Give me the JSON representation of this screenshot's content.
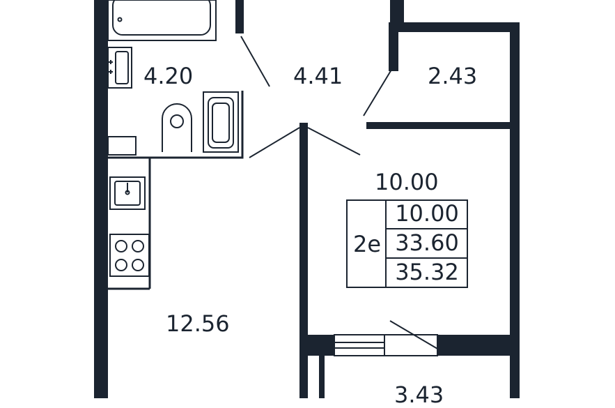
{
  "colors": {
    "wall": "#1b2430",
    "line": "#1b2430",
    "background": "#ffffff"
  },
  "rooms": {
    "bathroom_area": "4.20",
    "hall_area": "4.41",
    "storage_area": "2.43",
    "bedroom_area": "10.00",
    "kitchen_area": "12.56",
    "balcony_area": "3.43"
  },
  "summary": {
    "type": "2е",
    "living": "10.00",
    "total": "33.60",
    "total_with_balcony": "35.32"
  },
  "icons": [
    "bathtub-icon",
    "sink-icon",
    "toilet-icon",
    "washing-machine-icon",
    "kitchen-sink-icon",
    "stove-icon",
    "window-icon"
  ]
}
